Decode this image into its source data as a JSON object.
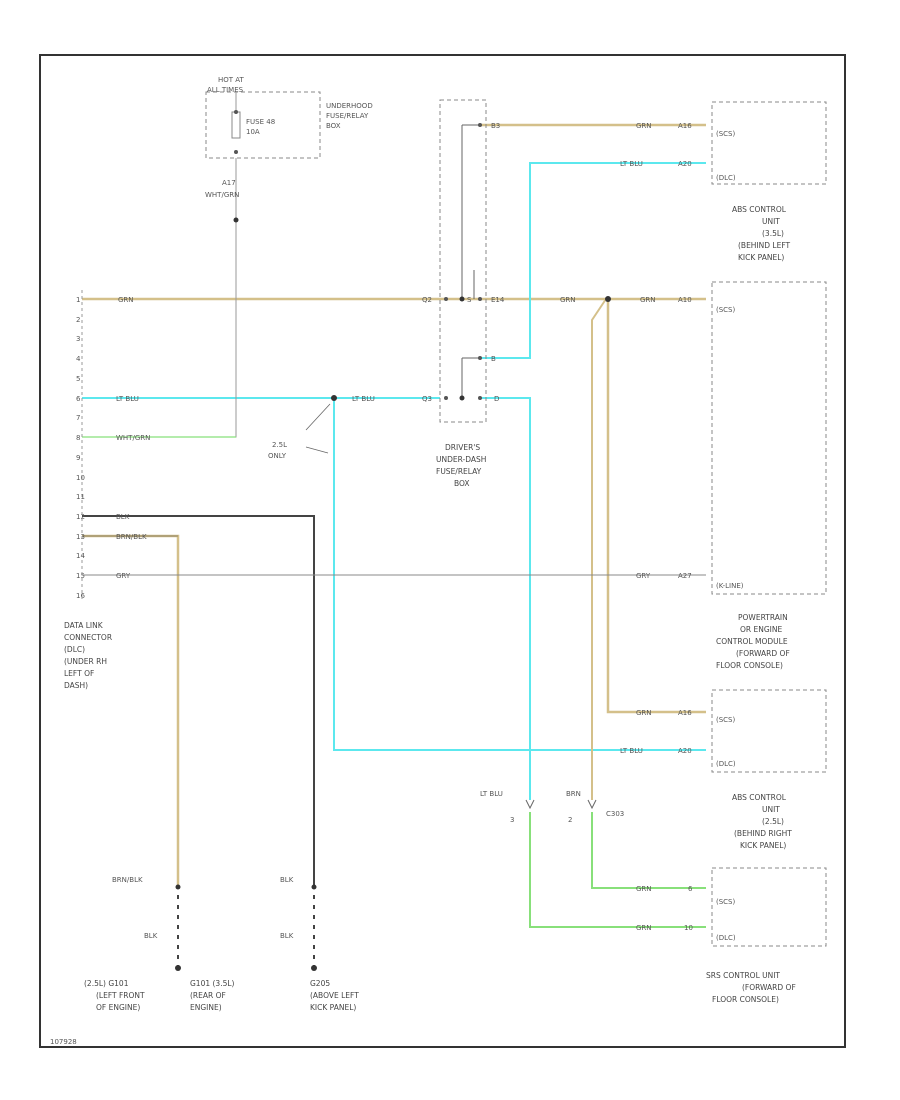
{
  "colors": {
    "tan": "#d4c08a",
    "lt_blu": "#5ce8ee",
    "green": "#88e07a",
    "dark": "#444444",
    "gray": "#9a9a9a"
  },
  "fuse": {
    "hot_line1": "HOT AT",
    "hot_line2": "ALL TIMES",
    "name": "FUSE 48",
    "rating": "10A",
    "box_line1": "UNDERHOOD",
    "box_line2": "FUSE/RELAY",
    "box_line3": "BOX",
    "pin": "A17",
    "wire": "WHT/GRN"
  },
  "dlc": {
    "pins": [
      "1",
      "2",
      "3",
      "4",
      "5",
      "6",
      "7",
      "8",
      "9",
      "10",
      "11",
      "12",
      "13",
      "14",
      "15",
      "16"
    ],
    "pin1_wire": "GRN",
    "pin6_wire": "LT BLU",
    "pin8_wire": "WHT/GRN",
    "pin12_wire": "BLK",
    "pin13_wire": "BRN/BLK",
    "pin15_wire": "GRY",
    "label": [
      "DATA LINK",
      "CONNECTOR",
      "(DLC)",
      "(UNDER RH",
      "LEFT OF",
      "DASH)"
    ]
  },
  "drivers_box": {
    "pin_q2": "Q2",
    "pin_q3": "Q3",
    "pin_e14": "E14",
    "pin_b3": "B3",
    "pin_s": "S",
    "pin_b": "B",
    "pin_d": "D",
    "lt_blu": "LT BLU",
    "label": [
      "DRIVER'S",
      "UNDER-DASH",
      "FUSE/RELAY",
      "BOX"
    ]
  },
  "splice": {
    "line1": "2.5L",
    "line2": "ONLY"
  },
  "abs_left": {
    "grn_wire": "GRN",
    "grn_pin": "A16",
    "blu_wire": "LT BLU",
    "blu_pin": "A20",
    "term1": "(SCS)",
    "term2": "(DLC)",
    "label": [
      "ABS CONTROL",
      "UNIT",
      "(3.5L)",
      "(BEHIND LEFT",
      "KICK PANEL)"
    ]
  },
  "pcm": {
    "grn_wire": "GRN",
    "grn_pin": "A10",
    "gry_wire": "GRY",
    "gry_pin": "A27",
    "term1": "(SCS)",
    "term2": "(K-LINE)",
    "label": [
      "POWERTRAIN",
      "OR ENGINE",
      "CONTROL MODULE",
      "(FORWARD OF",
      "FLOOR CONSOLE)"
    ]
  },
  "abs_right": {
    "grn_wire": "GRN",
    "grn_pin": "A16",
    "blu_wire": "LT BLU",
    "blu_pin": "A20",
    "term1": "(SCS)",
    "term2": "(DLC)",
    "label": [
      "ABS CONTROL",
      "UNIT",
      "(2.5L)",
      "(BEHIND RIGHT",
      "KICK PANEL)"
    ]
  },
  "c303": {
    "blu": "LT BLU",
    "grn": "BRN",
    "num1": "3",
    "num2": "2",
    "name": "C303"
  },
  "srs": {
    "w1": "GRN",
    "p1": "6",
    "w2": "GRN",
    "p2": "10",
    "term1": "(SCS)",
    "term2": "(DLC)",
    "label": [
      "SRS CONTROL UNIT",
      "(FORWARD OF",
      "FLOOR CONSOLE)"
    ]
  },
  "grounds": {
    "g1_top": "BRN/BLK",
    "g1_mid": "BLK",
    "g1_label": [
      "(2.5L)   G101",
      "(LEFT FRONT",
      "OF ENGINE)"
    ],
    "g2_label": [
      "G101   (3.5L)",
      "(REAR OF",
      "ENGINE)"
    ],
    "g3_top": "BLK",
    "g3_mid": "BLK",
    "g3_label": [
      "G205",
      "(ABOVE LEFT",
      "KICK PANEL)"
    ]
  },
  "footer": "107928"
}
